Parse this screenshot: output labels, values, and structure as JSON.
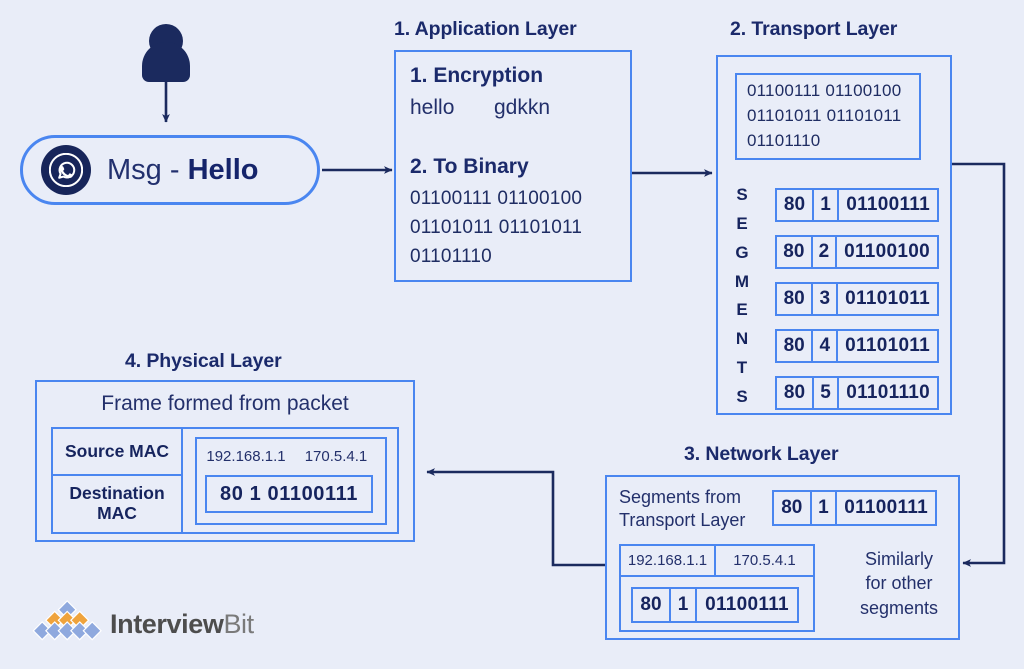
{
  "title": "OSI / TCP-IP layer encapsulation of a WhatsApp message",
  "colors": {
    "background": "#e9edf8",
    "border_blue": "#4a86f0",
    "text_navy": "#1b2a6b",
    "arrow_navy": "#1b2a5e",
    "logo_orange": "#efa33c",
    "logo_blue": "#8fa9de",
    "logo_gray": "#595959"
  },
  "source": {
    "user_icon": "person-icon",
    "app_icon": "whatsapp-icon",
    "message_prefix": "Msg - ",
    "message_body": "Hello"
  },
  "application_layer": {
    "title": "1. Application Layer",
    "step1_title": "1. Encryption",
    "plain_text": "hello",
    "cipher_text": "gdkkn",
    "step2_title": "2. To Binary",
    "binary_lines": [
      "01100111 01100100",
      "01101011 01101011",
      "01101110"
    ]
  },
  "transport_layer": {
    "title": "2. Transport Layer",
    "binary_lines": [
      "01100111 01100100",
      "01101011 01101011",
      "01101110"
    ],
    "segments_label": "SEGMENTS",
    "segments": [
      {
        "port": "80",
        "seq": "1",
        "data": "01100111"
      },
      {
        "port": "80",
        "seq": "2",
        "data": "01100100"
      },
      {
        "port": "80",
        "seq": "3",
        "data": "01101011"
      },
      {
        "port": "80",
        "seq": "4",
        "data": "01101011"
      },
      {
        "port": "80",
        "seq": "5",
        "data": "01101110"
      }
    ]
  },
  "network_layer": {
    "title": "3. Network Layer",
    "incoming_label_line1": "Segments from",
    "incoming_label_line2": "Transport Layer",
    "incoming_segment": {
      "port": "80",
      "seq": "1",
      "data": "01100111"
    },
    "source_ip": "192.168.1.1",
    "dest_ip": "170.5.4.1",
    "packet_segment": {
      "port": "80",
      "seq": "1",
      "data": "01100111"
    },
    "note_line1": "Similarly",
    "note_line2": "for other",
    "note_line3": "segments"
  },
  "physical_layer": {
    "title": "4. Physical Layer",
    "frame_caption": "Frame formed from packet",
    "source_mac_label": "Source MAC",
    "destination_mac_label_line1": "Destination",
    "destination_mac_label_line2": "MAC",
    "source_ip": "192.168.1.1",
    "dest_ip": "170.5.4.1",
    "frame_payload": "80 1 01100111"
  },
  "branding": {
    "logo_icon": "interviewbit-diamond-logo-icon",
    "name_bold": "Interview",
    "name_light": "Bit"
  }
}
